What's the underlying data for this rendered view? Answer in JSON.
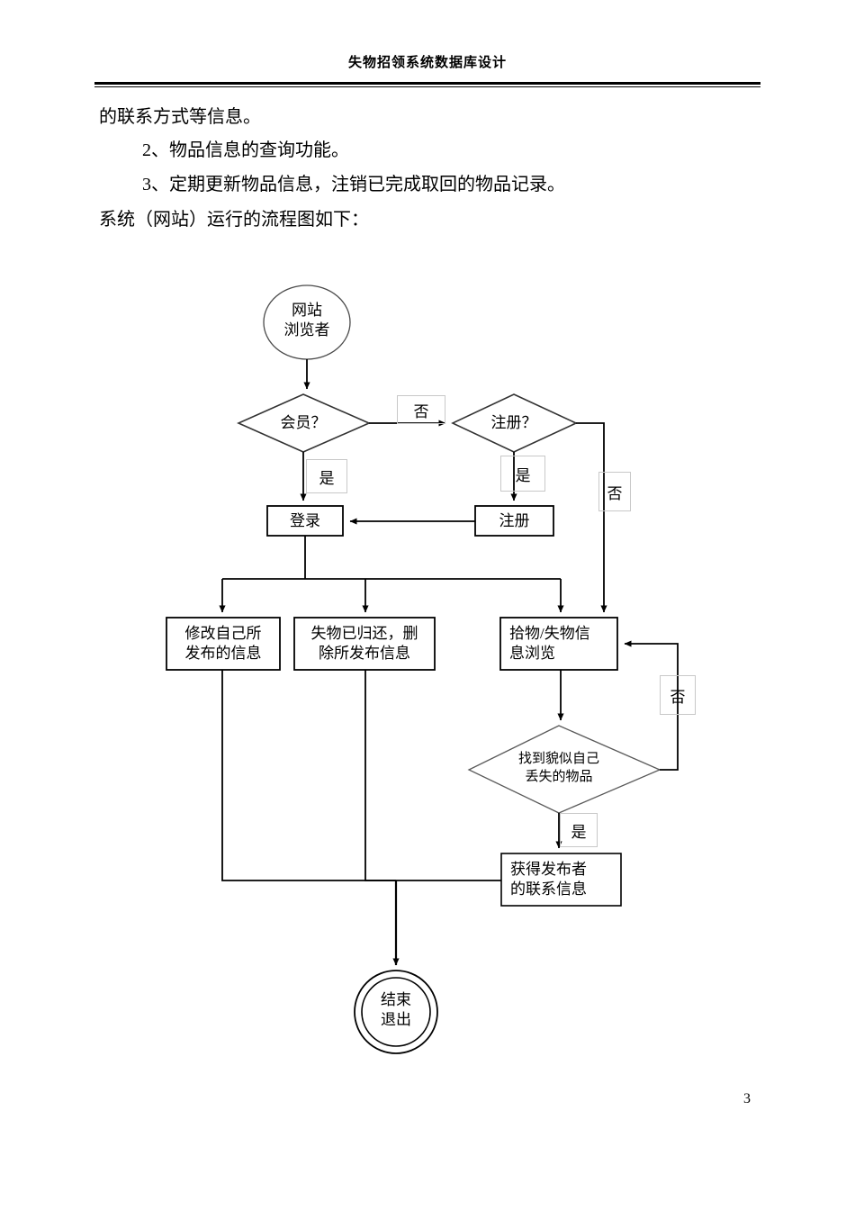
{
  "document": {
    "header_title": "失物招领系统数据库设计",
    "page_number": "3",
    "paragraphs": [
      "的联系方式等信息。",
      "2、物品信息的查询功能。",
      "3、定期更新物品信息，注销已完成取回的物品记录。",
      "系统（网站）运行的流程图如下："
    ]
  },
  "flowchart": {
    "nodes": {
      "start": {
        "line1": "网站",
        "line2": "浏览者",
        "shape": "ellipse"
      },
      "decision_member": {
        "label": "会员？",
        "shape": "diamond"
      },
      "decision_register": {
        "label": "注册？",
        "shape": "diamond"
      },
      "login": {
        "label": "登录",
        "shape": "rect"
      },
      "register": {
        "label": "注册",
        "shape": "rect"
      },
      "edit_own": {
        "line1": "修改自己所",
        "line2": "发布的信息",
        "shape": "rect"
      },
      "delete_own": {
        "line1": "失物已归还，删",
        "line2": "除所发布信息",
        "shape": "rect"
      },
      "browse": {
        "line1": "拾物/失物信",
        "line2": "息浏览",
        "shape": "rect"
      },
      "decision_found": {
        "line1": "找到貌似自己",
        "line2": "丢失的物品",
        "shape": "diamond"
      },
      "get_contact": {
        "line1": "获得发布者",
        "line2": "的联系信息",
        "shape": "rect"
      },
      "end": {
        "line1": "结束",
        "line2": "退出",
        "shape": "double-ellipse"
      }
    },
    "edge_labels": {
      "member_no": "否",
      "member_yes": "是",
      "register_yes": "是",
      "register_no": "否",
      "found_no": "否",
      "found_yes": "是"
    }
  }
}
